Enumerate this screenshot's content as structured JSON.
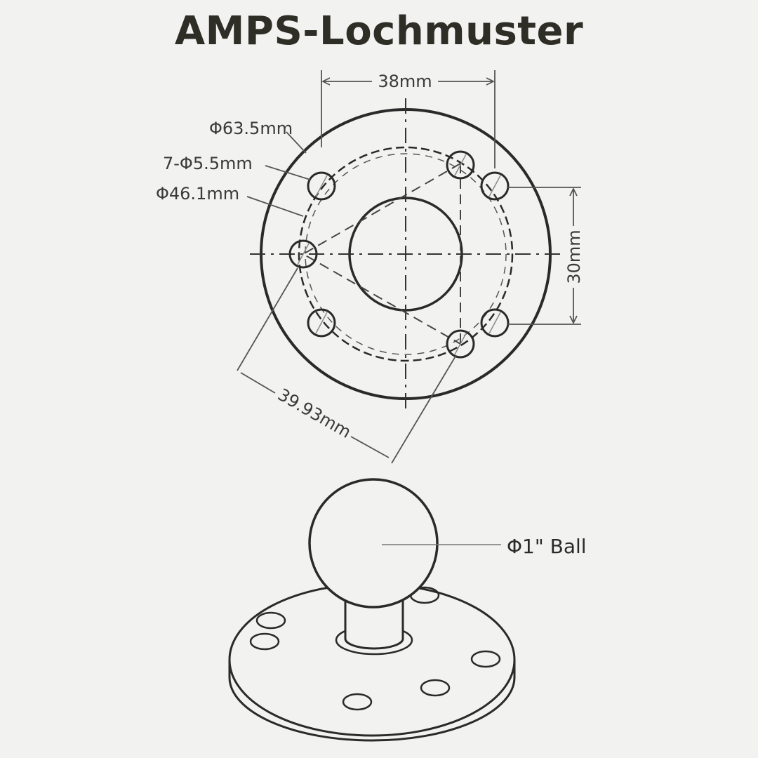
{
  "title": "AMPS-Lochmuster",
  "dimensions": {
    "top_width": "38mm",
    "outer_diameter": "Φ63.5mm",
    "holes": "7-Φ5.5mm",
    "bolt_circle": "Φ46.1mm",
    "right_height": "30mm",
    "diagonal": "39.93mm"
  },
  "ball_label": "Φ1\" Ball",
  "colors": {
    "background": "#f2f2f1",
    "line": "#2a2a2a",
    "dimension_line": "#555555",
    "title": "#2e2e26"
  }
}
